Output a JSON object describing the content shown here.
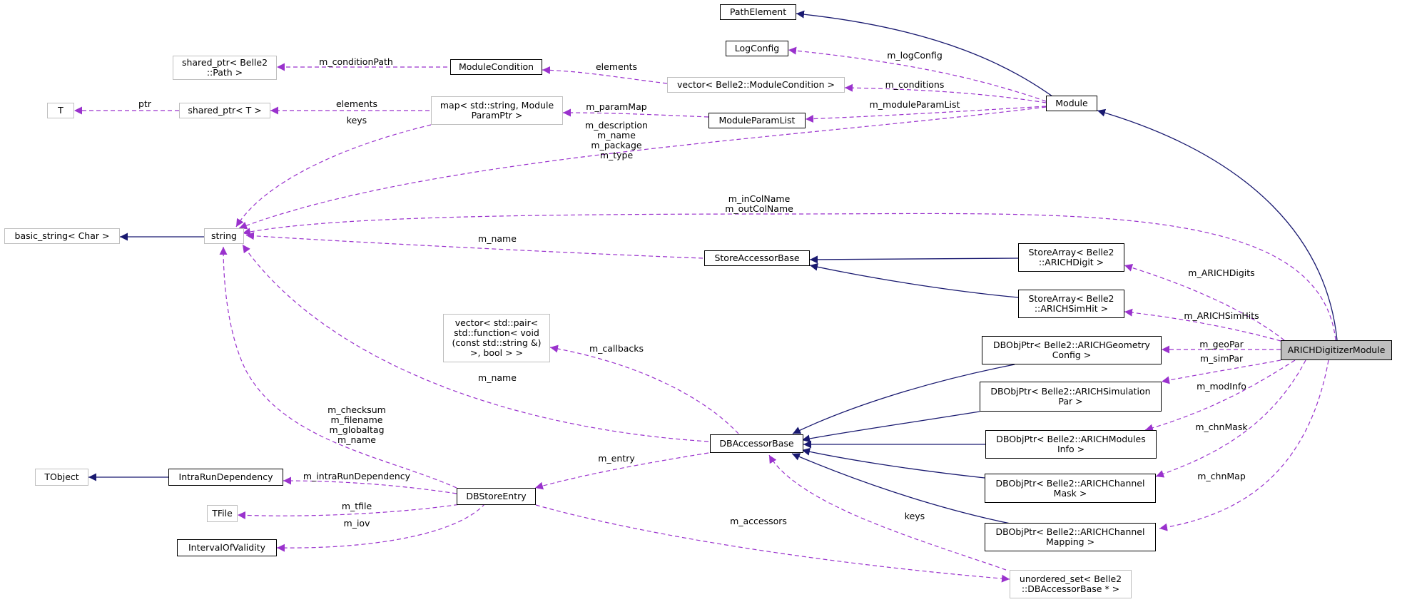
{
  "colors": {
    "inheritance": "#191970",
    "usage": "#9a32cd",
    "focus_fill": "#bfbfbf",
    "external_border": "#bfbfbf"
  },
  "nodes": {
    "path_element": "PathElement",
    "log_config": "LogConfig",
    "module_condition": "ModuleCondition",
    "shared_ptr_path": "shared_ptr< Belle2\n::Path >",
    "vector_module_condition": "vector< Belle2::ModuleCondition >",
    "module": "Module",
    "t": "T",
    "shared_ptr_t": "shared_ptr< T >",
    "map_string_param": "map< std::string, Module\nParamPtr >",
    "module_param_list": "ModuleParamList",
    "basic_string": "basic_string< Char >",
    "string": "string",
    "store_accessor_base": "StoreAccessorBase",
    "store_array_digit": "StoreArray< Belle2\n::ARICHDigit >",
    "store_array_simhit": "StoreArray< Belle2\n::ARICHSimHit >",
    "vector_pair_function": "vector< std::pair<\n std::function< void\n(const std::string &)\n>, bool > >",
    "dbobj_geometry": "DBObjPtr< Belle2::ARICHGeometry\nConfig >",
    "arich_digitizer_module": "ARICHDigitizerModule",
    "dbobj_simulation": "DBObjPtr< Belle2::ARICHSimulation\nPar >",
    "dbobj_modules_info": "DBObjPtr< Belle2::ARICHModules\nInfo >",
    "db_accessor_base": "DBAccessorBase",
    "tobject": "TObject",
    "intra_run_dependency": "IntraRunDependency",
    "db_store_entry": "DBStoreEntry",
    "dbobj_channel_mask": "DBObjPtr< Belle2::ARICHChannel\nMask >",
    "tfile": "TFile",
    "interval_of_validity": "IntervalOfValidity",
    "dbobj_channel_mapping": "DBObjPtr< Belle2::ARICHChannel\nMapping >",
    "unordered_set_accessor": "unordered_set< Belle2\n::DBAccessorBase * >"
  },
  "edge_labels": {
    "m_conditionPath": "m_conditionPath",
    "elements_conditions": "elements",
    "m_logConfig": "m_logConfig",
    "m_conditions": "m_conditions",
    "ptr": "ptr",
    "elements_shared": "elements",
    "m_paramMap": "m_paramMap",
    "m_moduleParamList": "m_moduleParamList",
    "keys_map": "keys",
    "module_strings": [
      "m_description",
      "m_name",
      "m_package",
      "m_type"
    ],
    "col_names": [
      "m_inColName",
      "m_outColName"
    ],
    "m_name_store": "m_name",
    "m_ARICHDigits": "m_ARICHDigits",
    "m_ARICHSimHits": "m_ARICHSimHits",
    "m_callbacks": "m_callbacks",
    "m_geoPar": "m_geoPar",
    "m_simPar": "m_simPar",
    "m_name_db": "m_name",
    "m_modInfo": "m_modInfo",
    "entry_strings": [
      "m_checksum",
      "m_filename",
      "m_globaltag",
      "m_name"
    ],
    "m_chnMask": "m_chnMask",
    "m_entry": "m_entry",
    "m_intraRunDependency": "m_intraRunDependency",
    "m_chnMap": "m_chnMap",
    "m_tfile": "m_tfile",
    "m_iov": "m_iov",
    "m_accessors": "m_accessors",
    "keys_set": "keys"
  }
}
